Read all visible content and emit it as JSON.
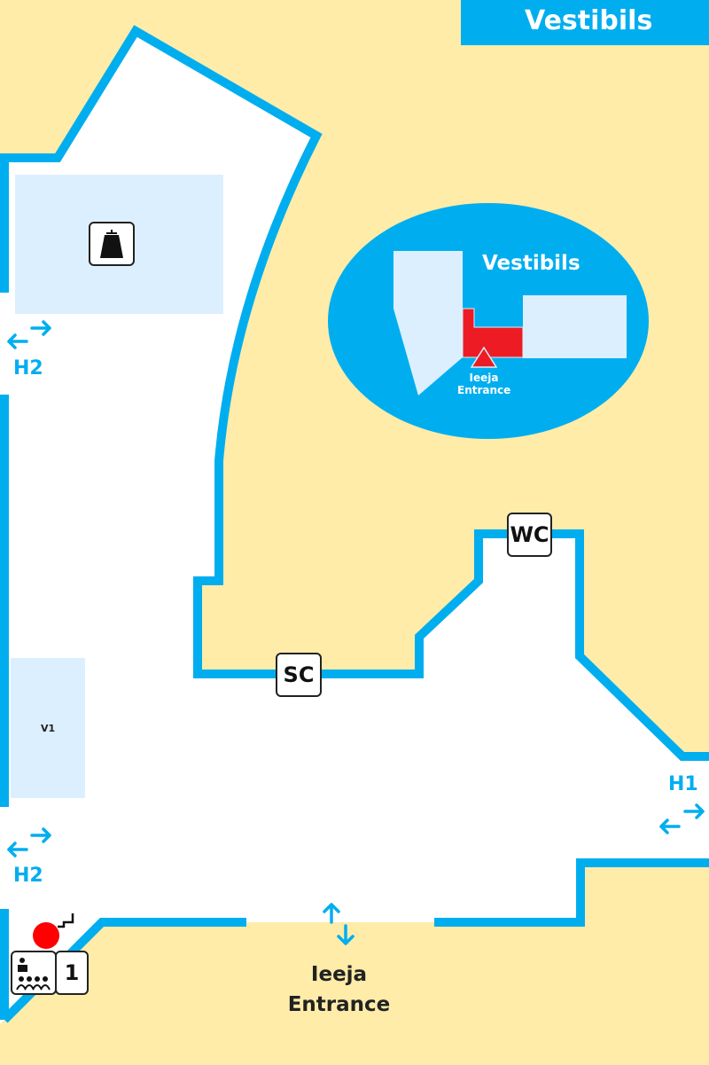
{
  "header": {
    "title": "Vestibils"
  },
  "colors": {
    "accent": "#00aeef",
    "background": "#feeca8",
    "room": "#dcefff",
    "highlight": "#ed1c24"
  },
  "labels": {
    "h2_top": "H2",
    "h2_bottom": "H2",
    "h1": "H1",
    "v1": "V1",
    "sc": "SC",
    "wc": "WC",
    "floor_number": "1",
    "entrance_lv": "Ieeja",
    "entrance_en": "Entrance"
  },
  "inset": {
    "title": "Vestibils",
    "entrance_lv": "Ieeja",
    "entrance_en": "Entrance"
  },
  "icons": [
    "cloakroom-icon",
    "double-arrow-icon",
    "vertical-arrow-icon",
    "meeting-room-icon",
    "stairs-icon",
    "you-are-here-marker"
  ]
}
